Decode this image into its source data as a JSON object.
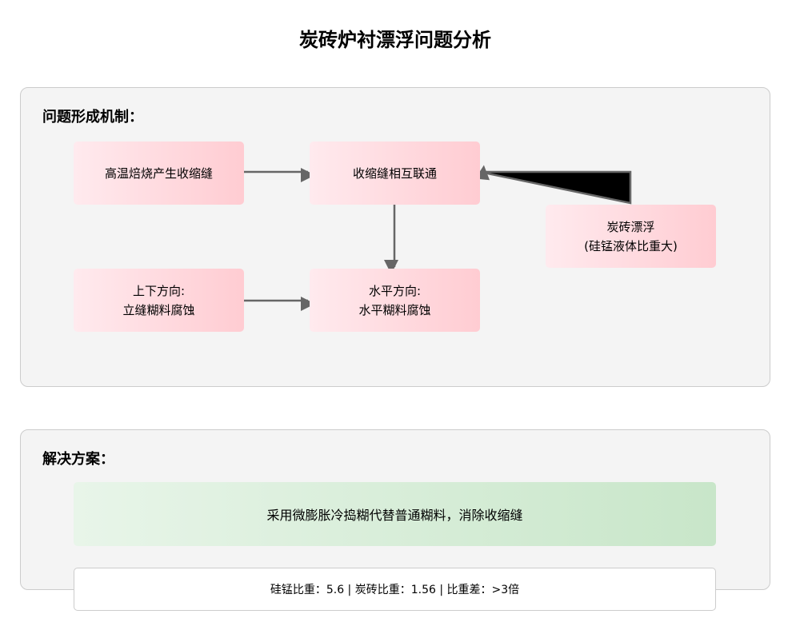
{
  "title": "炭砖炉衬漂浮问题分析",
  "mechanism": {
    "heading": "问题形成机制：",
    "nodes": [
      {
        "lines": [
          "高温焙烧产生收缩缝"
        ]
      },
      {
        "lines": [
          "收缩缝相互联通"
        ]
      },
      {
        "lines": [
          "炭砖漂浮",
          "(硅锰液体比重大)"
        ]
      },
      {
        "lines": [
          "上下方向:",
          "立缝糊料腐蚀"
        ]
      },
      {
        "lines": [
          "水平方向:",
          "水平糊料腐蚀"
        ]
      }
    ]
  },
  "solution": {
    "heading": "解决方案：",
    "text": "采用微膨胀冷捣糊代替普通糊料，消除收缩缝",
    "note": "硅锰比重：5.6 | 炭砖比重：1.56 | 比重差：>3倍"
  }
}
